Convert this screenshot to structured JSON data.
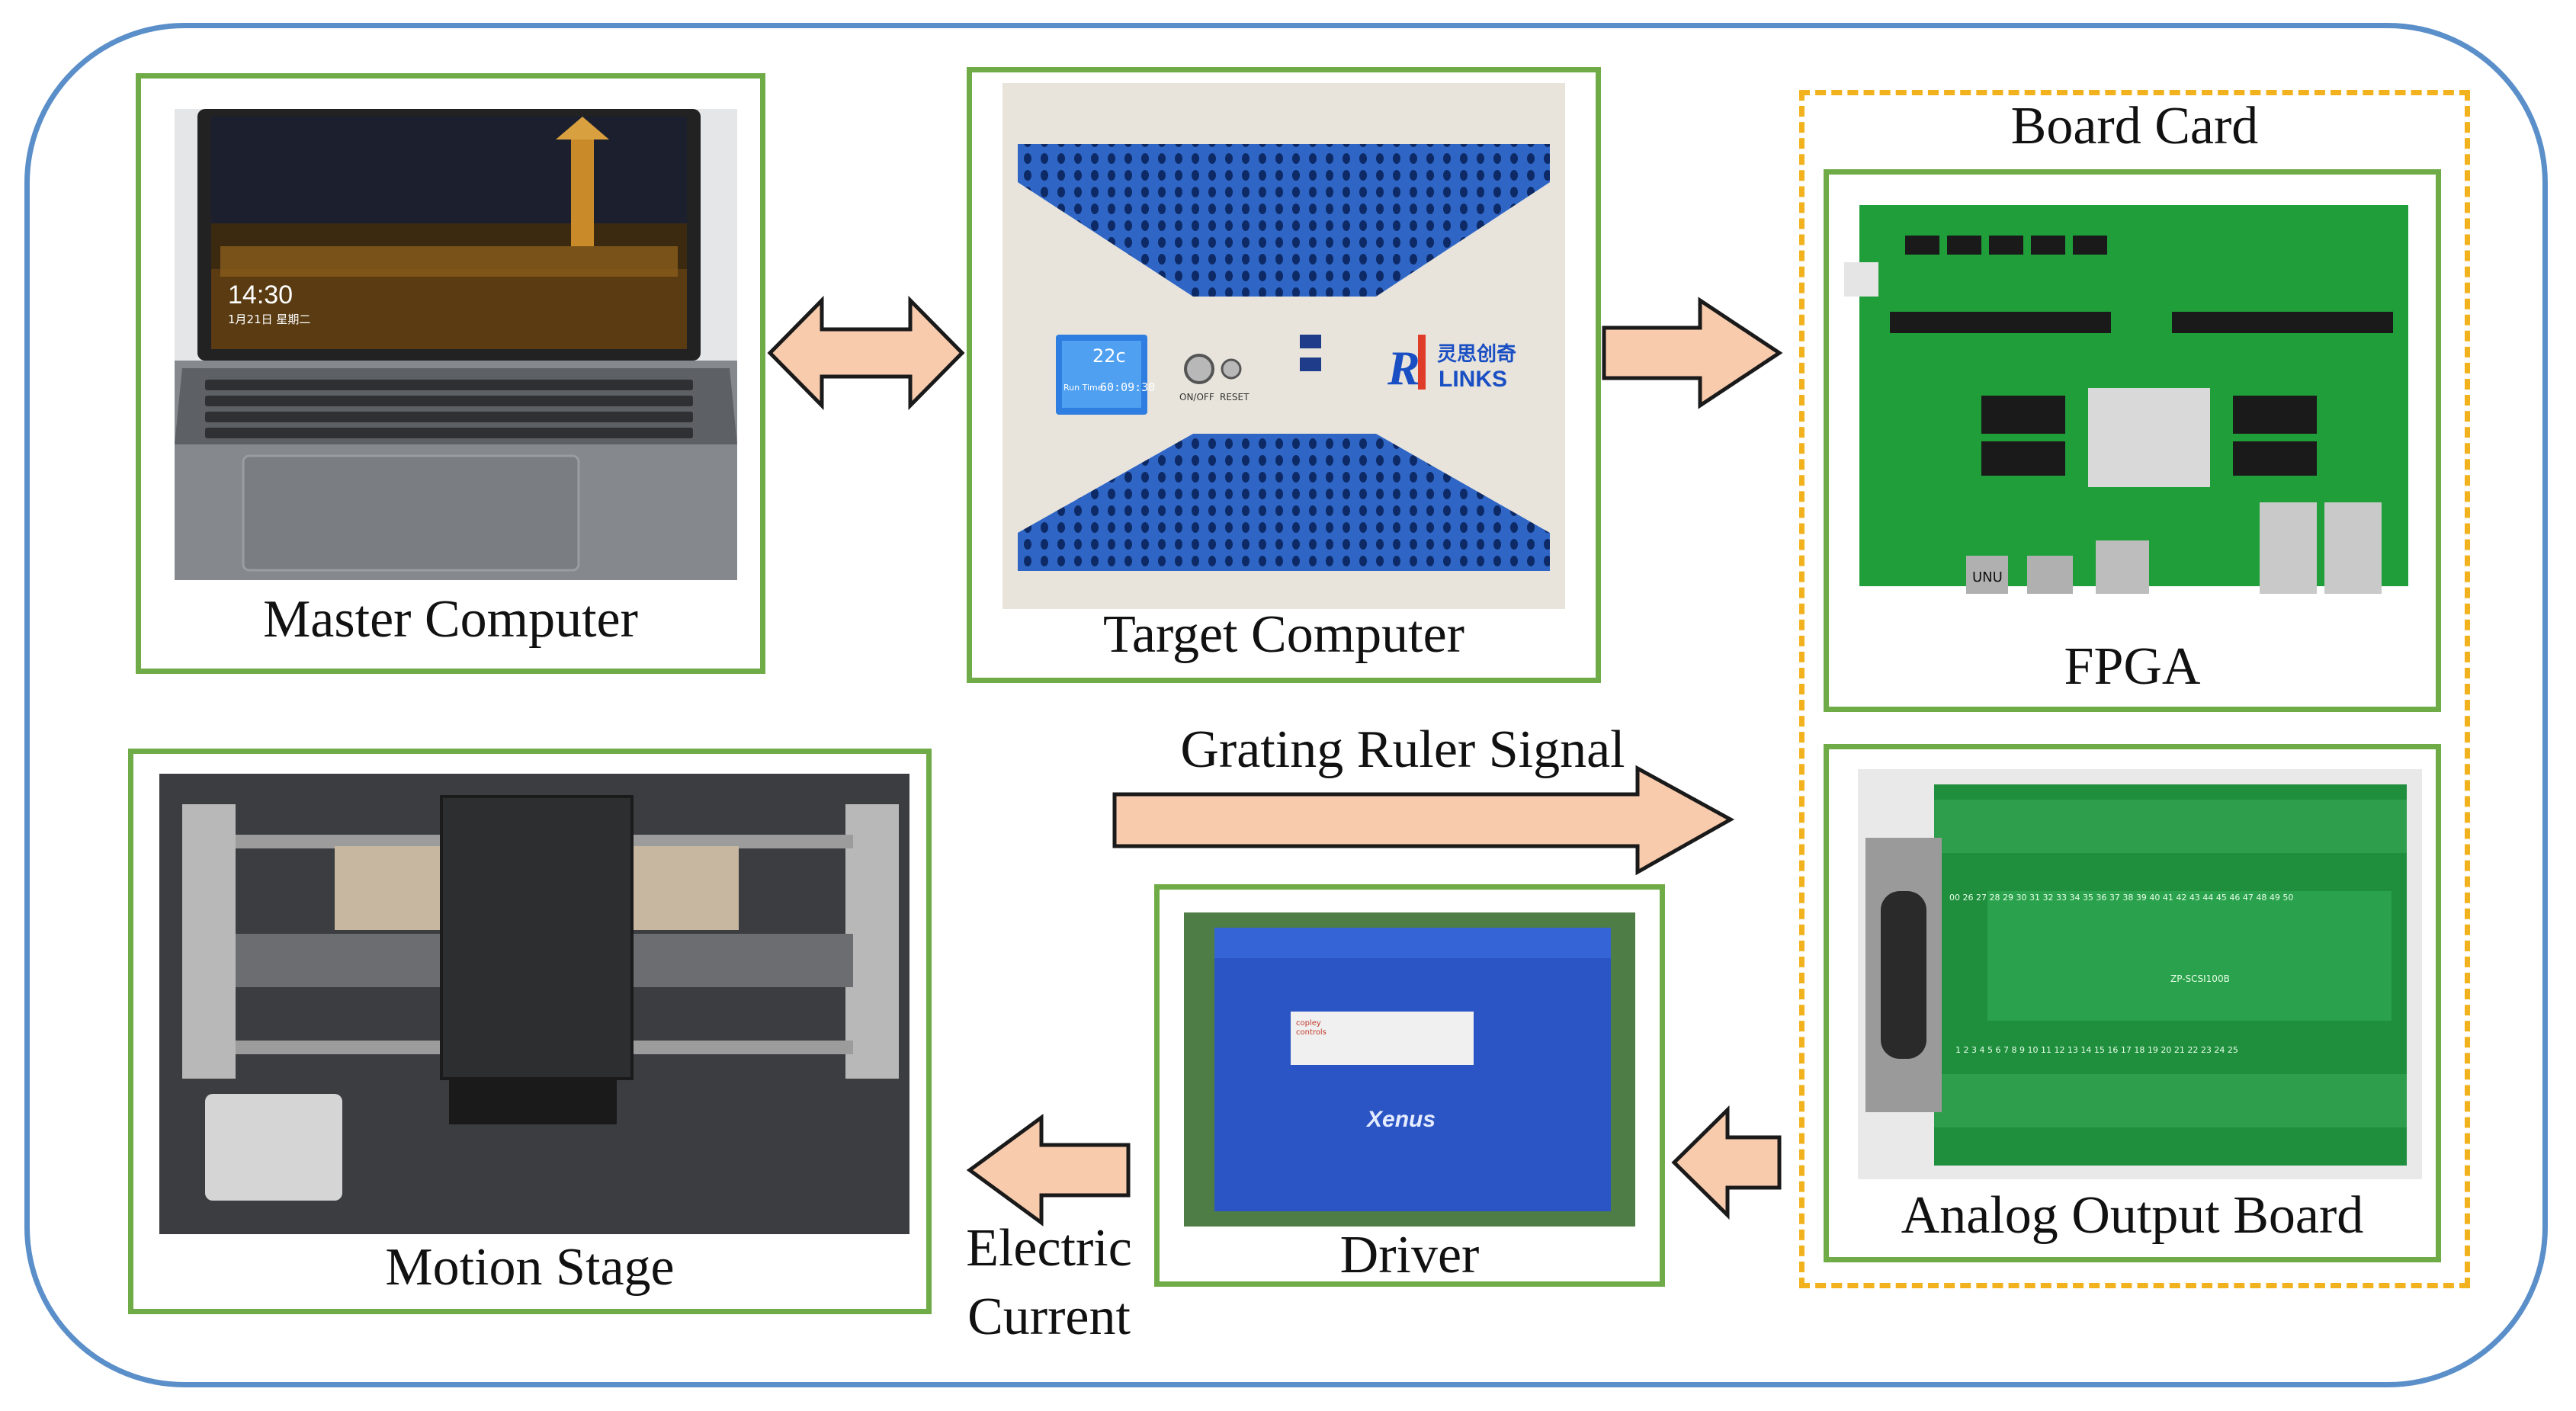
{
  "diagram": {
    "nodes": {
      "master_computer": "Master Computer",
      "target_computer": "Target Computer",
      "board_card": "Board Card",
      "fpga": "FPGA",
      "analog_output_board": "Analog Output Board",
      "driver": "Driver",
      "motion_stage": "Motion Stage"
    },
    "edges": {
      "grating_signal": "Grating Ruler Signal",
      "electric_line1": "Electric",
      "electric_line2": "Current"
    },
    "laptop_screen": {
      "time": "14:30",
      "date": "1月21日 星期二"
    },
    "target_panel": {
      "display_top": "22c",
      "display_label": "Run Time:",
      "display_value": "60:09:30",
      "onoff": "ON/OFF",
      "reset": "RESET",
      "brand_cn": "灵思创奇",
      "brand_en": "LINKS"
    },
    "fpga_panel": {
      "ports": "UNU"
    },
    "terminal_panel": {
      "row_top": "00 26 27 28 29 30 31 32 33 34 35 36 37 38 39 40 41 42 43 44 45 46 47 48 49 50",
      "row_bottom": "1 2 3 4 5 6 7 8 9 10 11 12 13 14 15 16 17 18 19 20 21 22 23 24 25",
      "model": "ZP-SCSI100B"
    },
    "driver_panel": {
      "brand": "Xenus",
      "maker": "copley controls"
    }
  },
  "colors": {
    "outer_border": "#5b8fc9",
    "box_border": "#6fab46",
    "group_border": "#f2b21e",
    "arrow_fill": "#f8cbad",
    "arrow_stroke": "#1a1a1a"
  }
}
